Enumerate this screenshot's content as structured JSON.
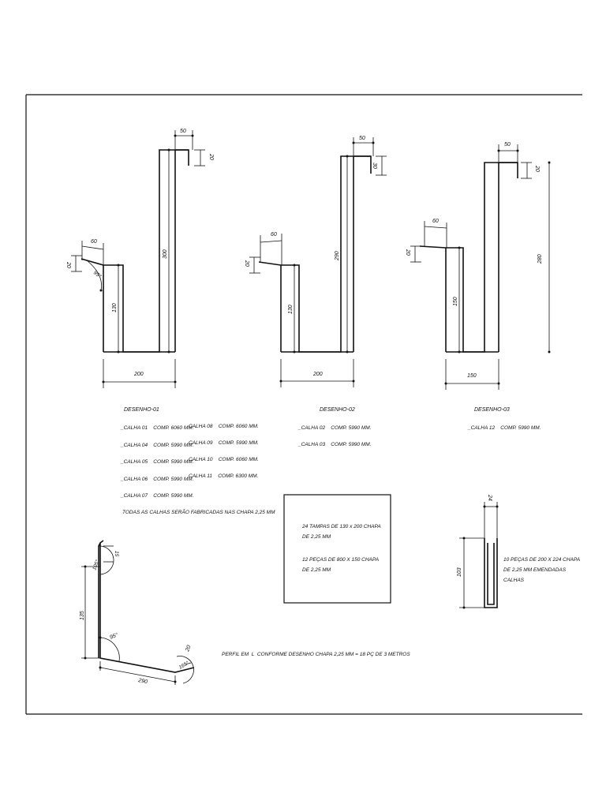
{
  "drawing_1": {
    "title": "DESENHO-01",
    "dims": {
      "lip_w": "60",
      "lip_h": "20",
      "angle": "95°",
      "inner_h": "130",
      "outer_h": "300",
      "hook_w": "50",
      "hook_h": "20",
      "base": "200"
    },
    "list_left": [
      "_CALHA 01    COMP. 6060 MM.",
      "_CALHA 04    COMP. 5990 MM.",
      "_CALHA 05    COMP. 5990 MM.",
      "_CALHA 06    COMP. 5990 MM.",
      "_CALHA 07    COMP. 5990 MM."
    ],
    "list_right": [
      "CALHA 08    COMP. 6060 MM.",
      "CALHA 09    COMP. 5990 MM.",
      "CALHA 10    COMP. 6060 MM.",
      "CALHA 11    COMP. 6300 MM."
    ],
    "note": "TODAS AS CALHAS SERÃO FABRICADAS NAS CHAPA 2,25 MM"
  },
  "drawing_2": {
    "title": "DESENHO-02",
    "dims": {
      "lip_w": "60",
      "lip_h": "20",
      "inner_h": "130",
      "outer_h": "290",
      "hook_w": "50",
      "hook_h": "30",
      "base": "200"
    },
    "list": [
      "_CALHA 02    COMP. 5990 MM.",
      "_CALHA 03    COMP. 5990 MM."
    ]
  },
  "drawing_3": {
    "title": "DESENHO-03",
    "dims": {
      "lip_w": "60",
      "lip_h": "20",
      "inner_h": "150",
      "outer_h": "280",
      "hook_w": "50",
      "hook_h": "20",
      "base": "150"
    },
    "list": [
      "_CALHA 12    COMP. 5990 MM."
    ]
  },
  "box_note": {
    "line1a": "24 TAMPAS DE  130 x 200 CHAPA",
    "line1b": "DE 2,25 MM",
    "line2a": "12 PEÇAS DE 800 X 150 CHAPA",
    "line2b": "DE 2,25 MM"
  },
  "perfil_l": {
    "dims": {
      "top_angle": "105°",
      "top_lip": "15",
      "height": "135",
      "angle": "95°",
      "base": "290",
      "end_lip": "20",
      "end_angle": "165°"
    },
    "note": "PERFIL EM  L  CONFORME DESENHO CHAPA 2,25 MM = 18 PÇ DE 3 METROS"
  },
  "u_piece": {
    "dims": {
      "width": "24",
      "height": "103"
    },
    "note1": "10 PEÇAS DE 200 X 224 CHAPA",
    "note2": "DE 2,25 MM EMENDADAS",
    "note3": "CALHAS"
  }
}
